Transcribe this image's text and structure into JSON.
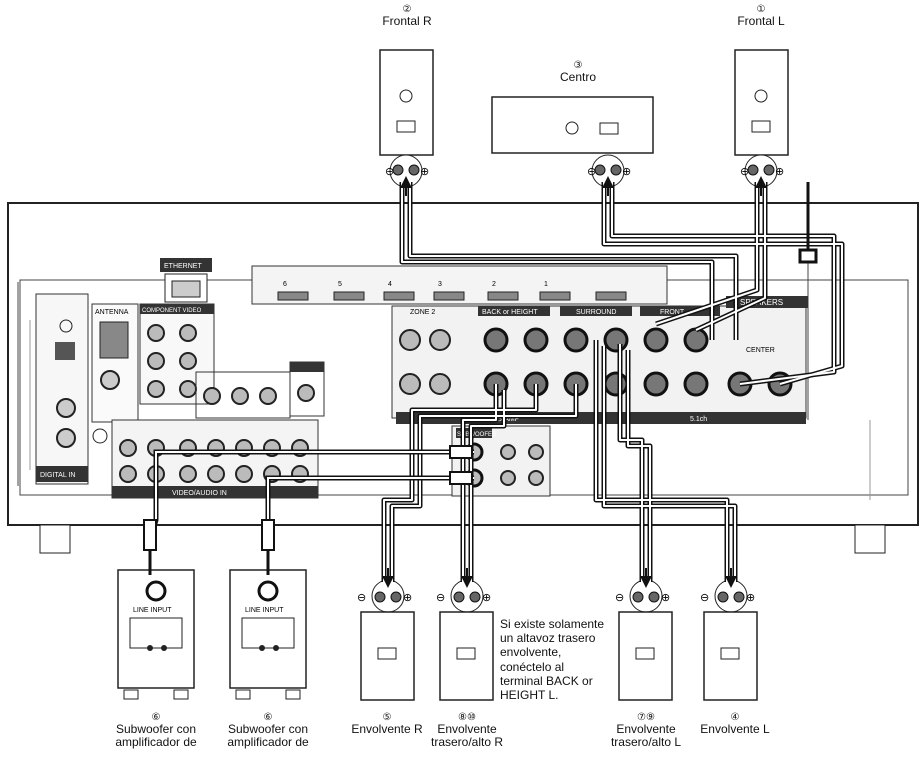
{
  "speakers": {
    "front_r": {
      "num": "②",
      "label": "Frontal R"
    },
    "center": {
      "num": "③",
      "label": "Centro"
    },
    "front_l": {
      "num": "①",
      "label": "Frontal L"
    },
    "sub1": {
      "num": "⑥",
      "line1": "Subwoofer con",
      "line2": "amplificador de"
    },
    "sub2": {
      "num": "⑥",
      "line1": "Subwoofer con",
      "line2": "amplificador de"
    },
    "surround_r": {
      "num": "⑤",
      "label": "Envolvente R"
    },
    "back_r": {
      "num": "⑧⑩",
      "line1": "Envolvente",
      "line2": "trasero/alto R"
    },
    "back_l": {
      "num": "⑦⑨",
      "line1": "Envolvente",
      "line2": "trasero/alto L"
    },
    "surround_l": {
      "num": "④",
      "label": "Envolvente L"
    }
  },
  "note": "Si existe solamente\nun altavoz trasero\nenvolvente,\nconéctelo al\nterminal BACK or\nHEIGHT L.",
  "panel": {
    "ethernet": "ETHERNET",
    "speakers": "SPEAKERS",
    "center": "CENTER",
    "front": "FRONT",
    "surround": "SURROUND",
    "back_height": "BACK or HEIGHT",
    "zone2": "ZONE 2",
    "subwoofer": "SUBWOOFER",
    "antenna": "ANTENNA",
    "video_audio_in": "VIDEO/AUDIO IN",
    "digital_in": "DIGITAL IN",
    "component_video": "COMPONENT VIDEO",
    "line_input": "LINE INPUT",
    "ch51": "5.1ch",
    "ch72": "7.1ch or B-AMP",
    "hdmi_inputs": [
      "1",
      "2",
      "3",
      "4",
      "5",
      "6"
    ]
  }
}
